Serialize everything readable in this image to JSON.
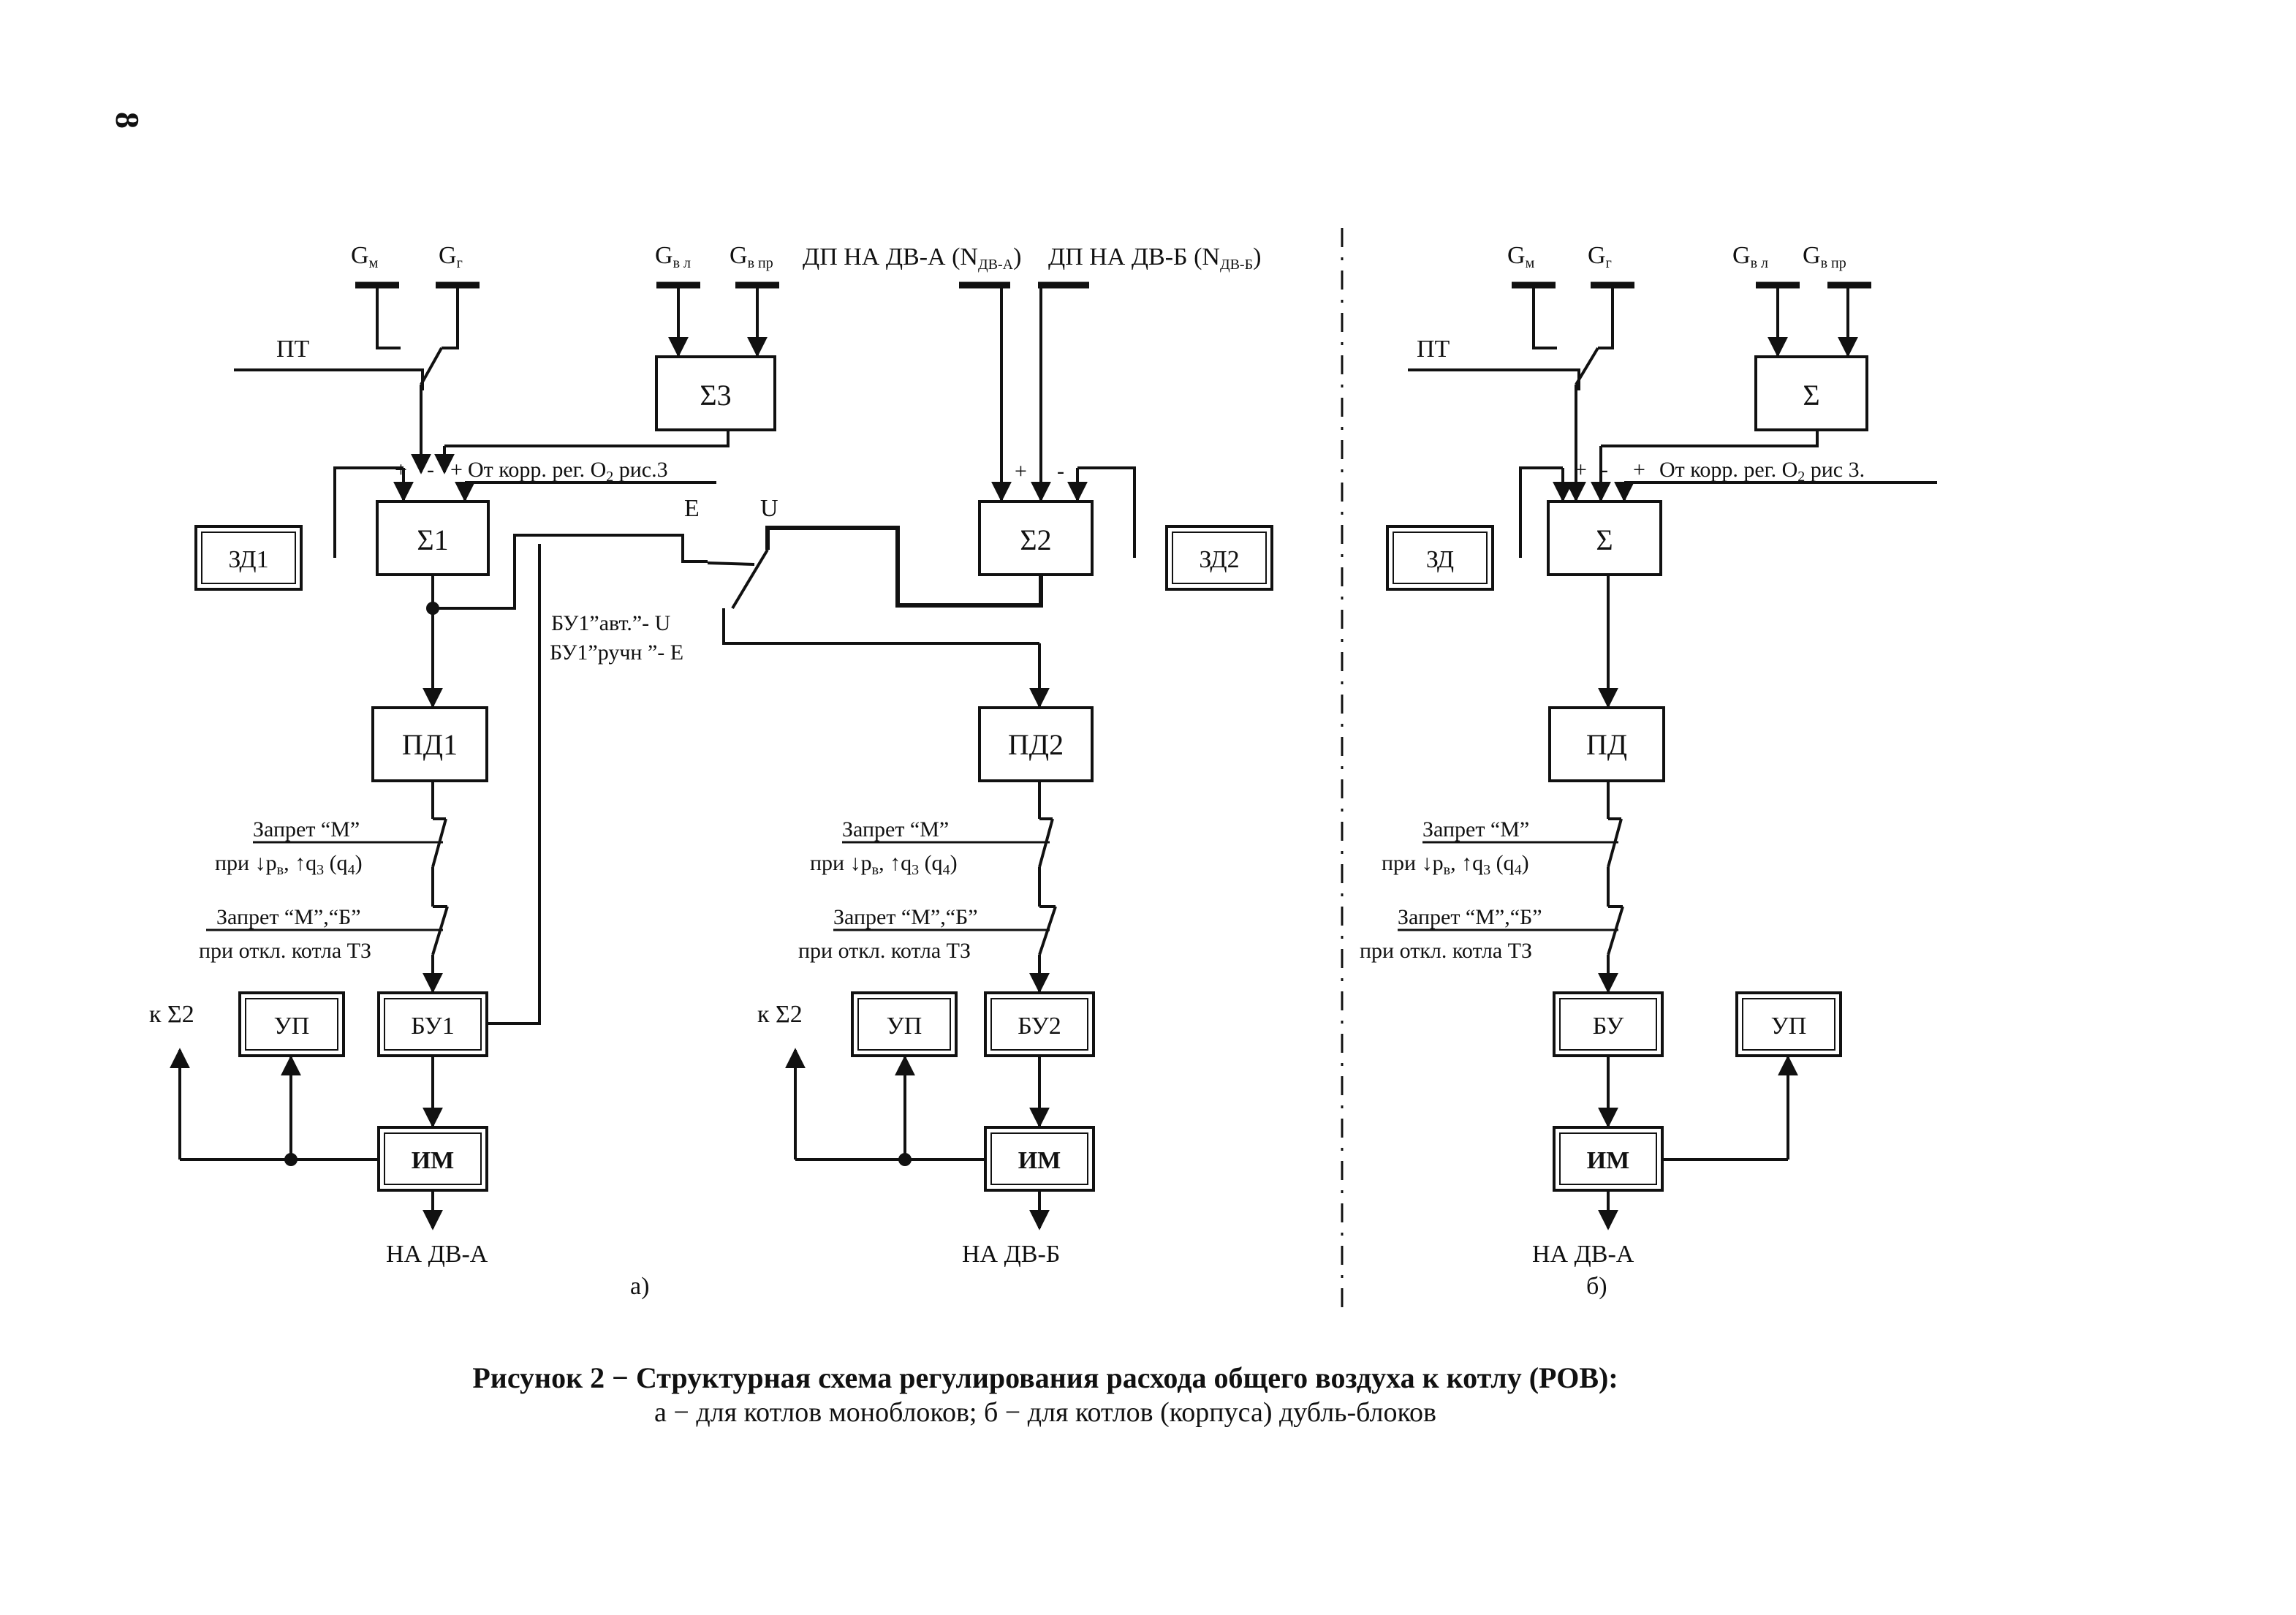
{
  "page": {
    "page_number": "8",
    "part_a_label": "а)",
    "part_b_label": "б)"
  },
  "inputs": {
    "gm": "G",
    "gm_sub": "м",
    "gg": "G",
    "gg_sub": "г",
    "gvl": "G",
    "gvl_sub": "в л",
    "gvpr": "G",
    "gvpr_sub": "в пр",
    "pt": "ПТ",
    "dp_a": "ДП НА ДВ-А (N",
    "dp_a_sub": "ДВ-А",
    "dp_a_close": ")",
    "dp_b": "ДП НА ДВ-Б (N",
    "dp_b_sub": "ДВ-Б",
    "dp_b_close": ")"
  },
  "blocks": {
    "sum1": "Σ1",
    "sum2": "Σ2",
    "sum3": "Σ3",
    "sum": "Σ",
    "zd1": "ЗД1",
    "zd2": "ЗД2",
    "zd": "ЗД",
    "pd1": "ПД1",
    "pd2": "ПД2",
    "pd": "ПД",
    "bu1": "БУ1",
    "bu2": "БУ2",
    "bu": "БУ",
    "up": "УП",
    "im": "ИМ"
  },
  "labels": {
    "plus": "+",
    "minus": "-",
    "o2_corr_a": "От корр. рег. O",
    "o2_corr_a_sub": "2",
    "o2_corr_a_tail": " рис.3",
    "o2_corr_b": "От корр. рег. O",
    "o2_corr_b_sub": "2",
    "o2_corr_b_tail": " рис 3.",
    "switch_e": "E",
    "switch_u": "U",
    "bu1_auto": "БУ1”авт.”- U",
    "bu1_manual": "БУ1”ручн ”- E",
    "ban_m": "Запрет “М”",
    "ban_m_cond_1": "при ",
    "ban_m_cond_pv": "p",
    "ban_m_cond_pv_sub": "в",
    "ban_m_cond_q3": ", ↑q",
    "ban_m_cond_q3_sub": "3",
    "ban_m_cond_q4": " (q",
    "ban_m_cond_q4_sub": "4",
    "ban_m_cond_end": ")",
    "ban_mb": "Запрет “М”,“Б”",
    "ban_mb_cond": "при откл. котла ТЗ",
    "to_sum2": "к Σ2",
    "out_dv_a": "НА ДВ-А",
    "out_dv_b": "НА ДВ-Б"
  },
  "caption": {
    "line1": "Рисунок 2 − Структурная схема регулирования расхода общего воздуха к котлу (РОВ):",
    "line2": "а − для котлов моноблоков; б − для котлов (корпуса) дубль-блоков"
  }
}
